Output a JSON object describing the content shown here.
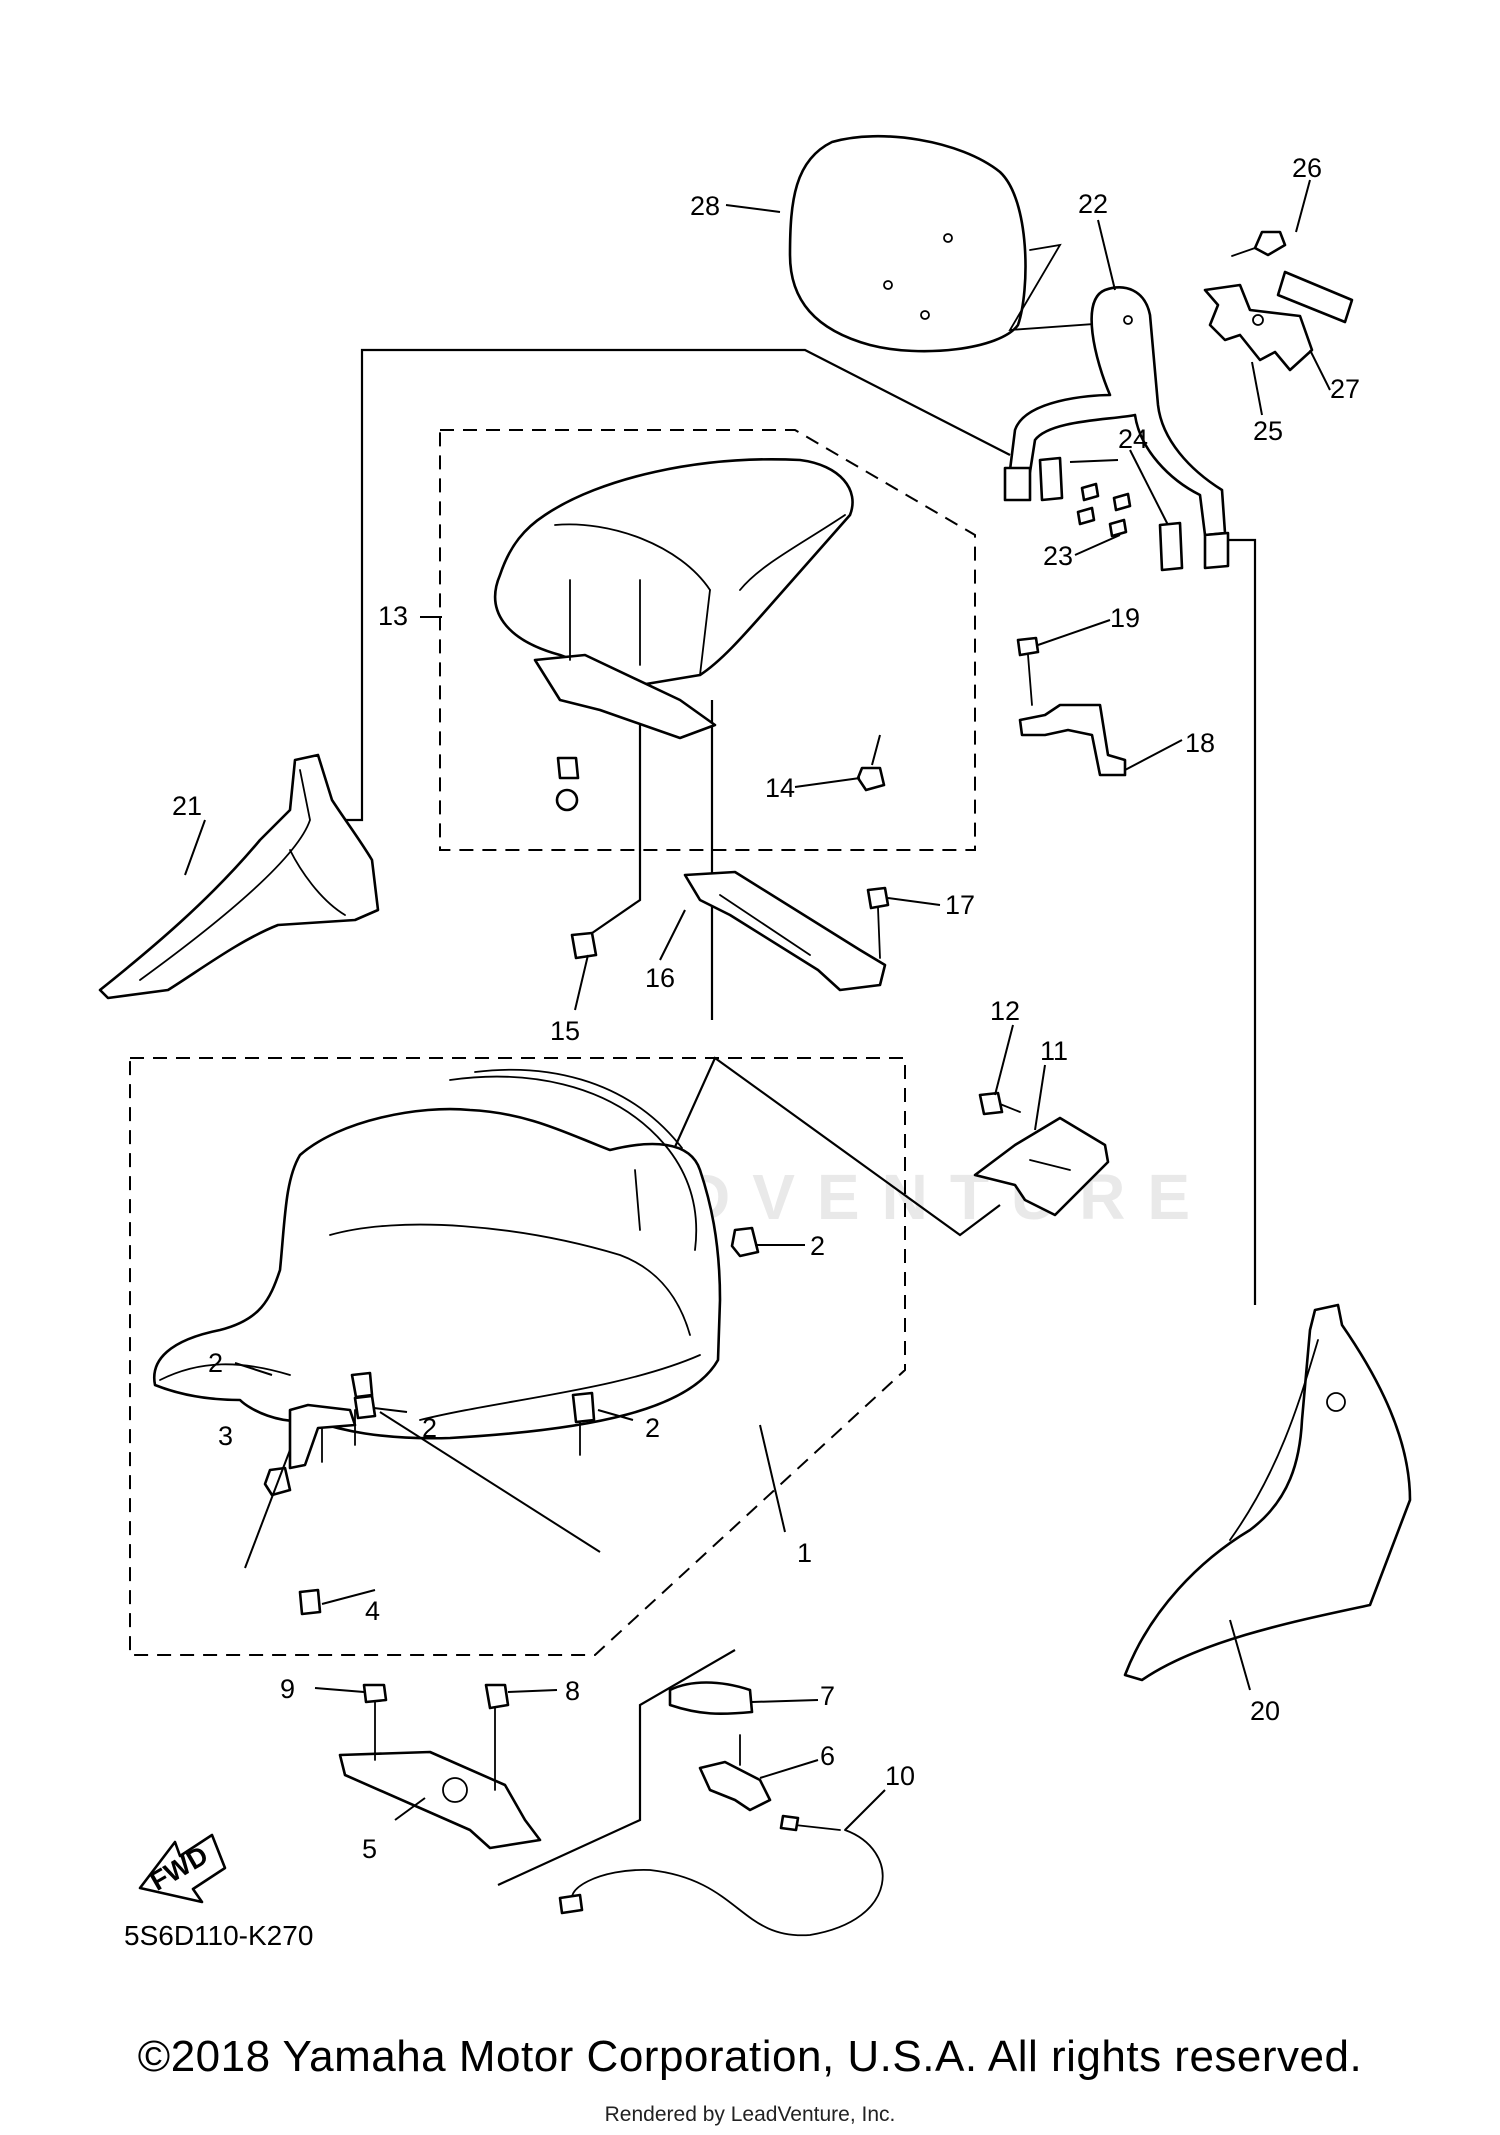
{
  "diagram": {
    "code": "5S6D110-K270",
    "fwd_label": "FWD",
    "watermark": "LEADVENTURE",
    "copyright": "©2018 Yamaha Motor Corporation, U.S.A. All rights reserved.",
    "rendered_by": "Rendered by LeadVenture, Inc.",
    "callouts": [
      "1",
      "2",
      "3",
      "4",
      "5",
      "6",
      "7",
      "8",
      "9",
      "10",
      "11",
      "12",
      "13",
      "14",
      "15",
      "16",
      "17",
      "18",
      "19",
      "20",
      "21",
      "22",
      "23",
      "24",
      "25",
      "26",
      "27",
      "28"
    ]
  }
}
